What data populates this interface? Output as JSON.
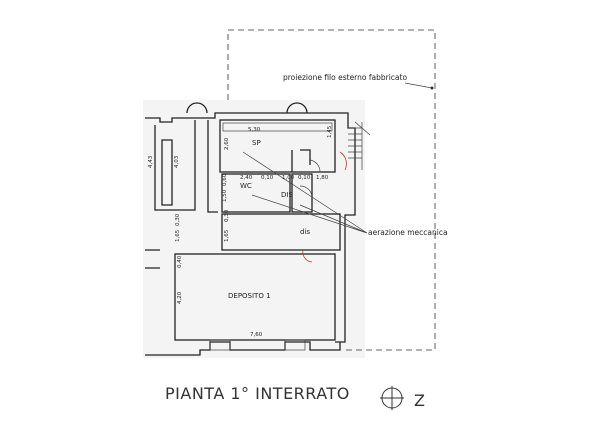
{
  "title": "PIANTA 1° INTERRATO",
  "north_label": "Z",
  "annotations": {
    "projection": "proiezione filo esterno fabbricato",
    "ventilation": "aerazione meccanica"
  },
  "rooms": {
    "sp": "SP",
    "wc": "WC",
    "dis_upper": "DIS",
    "dis_lower": "dis",
    "deposito": "DEPOSITO 1"
  },
  "dimensions": {
    "sp_width": "5,30",
    "sp_side": "1,45",
    "sp_height": "2,60",
    "d_240": "2,40",
    "d_010a": "0,10",
    "d_100": "1,00",
    "d_010b": "0,10",
    "d_180": "1,80",
    "wc_060": "0,60",
    "wc_150": "1,50",
    "dis_030": "0,30",
    "dis_165": "1,65",
    "left_443": "4,43",
    "left_403": "4,03",
    "left_030": "0,30",
    "left_165": "1,65",
    "dep_040": "0,40",
    "dep_420": "4,20",
    "dep_760": "7,60"
  }
}
